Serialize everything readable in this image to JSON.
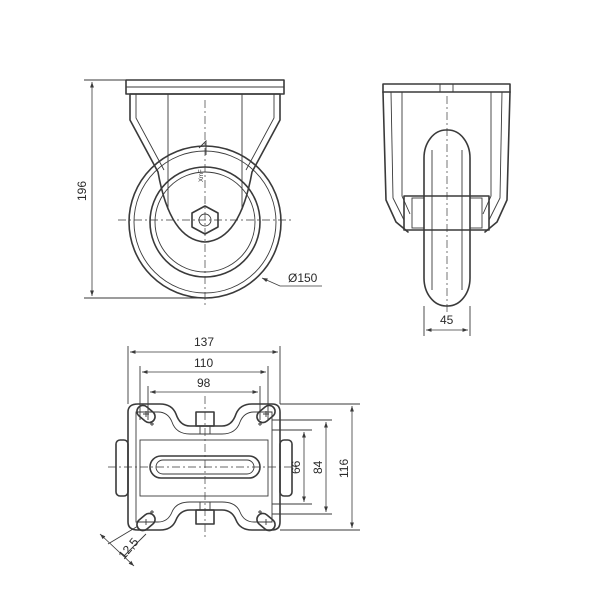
{
  "dimensions": {
    "overall_height": "196",
    "wheel_diameter": "Ø150",
    "wheel_width": "45",
    "plate_width": "137",
    "bolt_spacing_outer": "110",
    "bolt_spacing_inner": "98",
    "bolt_hole_66": "66",
    "bolt_hole_84": "84",
    "plate_length": "116",
    "slot_size": "12,5"
  },
  "labels": {
    "logo_mark": "XmF"
  },
  "colors": {
    "line": "#3a3a3a",
    "background": "#ffffff"
  }
}
